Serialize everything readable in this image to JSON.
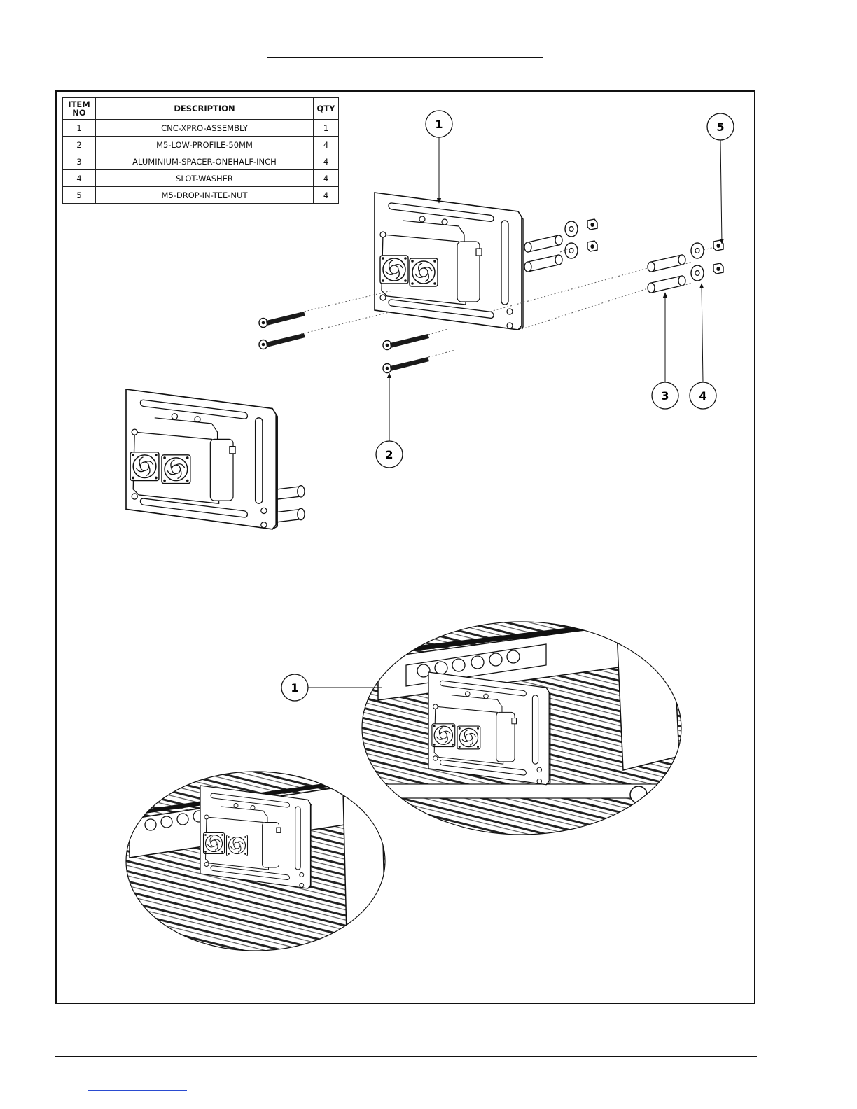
{
  "bom": {
    "headers": {
      "item": "ITEM\nNO",
      "item_line1": "ITEM",
      "item_line2": "NO",
      "description": "DESCRIPTION",
      "qty": "QTY"
    },
    "rows": [
      {
        "item": "1",
        "description": "CNC-XPRO-ASSEMBLY",
        "qty": "1"
      },
      {
        "item": "2",
        "description": "M5-LOW-PROFILE-50MM",
        "qty": "4"
      },
      {
        "item": "3",
        "description": "ALUMINIUM-SPACER-ONEHALF-INCH",
        "qty": "4"
      },
      {
        "item": "4",
        "description": "SLOT-WASHER",
        "qty": "4"
      },
      {
        "item": "5",
        "description": "M5-DROP-IN-TEE-NUT",
        "qty": "4"
      }
    ]
  },
  "callouts": {
    "main_1": "1",
    "main_2": "2",
    "main_3": "3",
    "main_4": "4",
    "main_5": "5",
    "detail_1": "1"
  },
  "colors": {
    "line": "#111111",
    "link": "#2a4bd1",
    "paper": "#ffffff"
  }
}
